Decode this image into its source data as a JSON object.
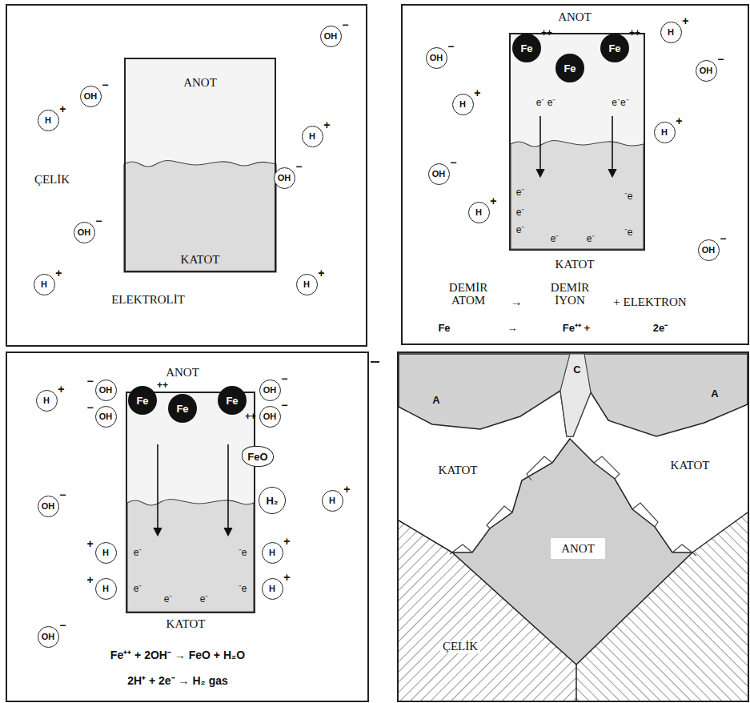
{
  "diagram": {
    "nodes": [
      {
        "text": [
          "ANOT",
          "KATOT"
        ]
      },
      {
        "text": [
          "OH",
          "−"
        ]
      },
      {
        "text": [
          "OH",
          "−"
        ]
      },
      {
        "text": [
          "H",
          "+"
        ]
      },
      {
        "text": [
          "H",
          "+"
        ]
      },
      {
        "text": [
          "OH",
          "−"
        ]
      },
      {
        "text": [
          "OH",
          "−"
        ]
      },
      {
        "text": [
          "H",
          "+"
        ]
      },
      {
        "text": [
          "H",
          "+"
        ]
      },
      {
        "text": [
          "OH",
          "−"
        ]
      },
      {
        "text": [
          "H",
          "+"
        ]
      },
      {
        "text": [
          "OH",
          "−"
        ]
      },
      {
        "text": [
          "Fe",
          "++"
        ]
      },
      {
        "text": [
          "Fe"
        ]
      },
      {
        "text": [
          "Fe",
          "++"
        ]
      },
      {
        "text": [
          "H",
          "+"
        ]
      },
      {
        "text": [
          "H",
          "+"
        ]
      },
      {
        "text": [
          "OH",
          "−"
        ]
      },
      {
        "text": [
          "H",
          "+"
        ]
      },
      {
        "text": [
          "OH",
          "−"
        ]
      },
      {
        "text": [
          "H",
          "+"
        ]
      },
      {
        "text": [
          "OH",
          "−"
        ]
      },
      {
        "text": [
          "OH",
          "−"
        ]
      },
      {
        "text": [
          "Fe",
          "++"
        ]
      },
      {
        "text": [
          "Fe"
        ]
      },
      {
        "text": [
          "Fe",
          "++"
        ]
      },
      {
        "text": [
          "OH",
          "−"
        ]
      },
      {
        "text": [
          "OH",
          "−"
        ]
      },
      {
        "text": [
          "FeO"
        ]
      },
      {
        "text": [
          "H₂"
        ]
      },
      {
        "text": [
          "OH",
          "−"
        ]
      },
      {
        "text": [
          "H",
          "+"
        ]
      },
      {
        "text": [
          "H",
          "+"
        ]
      },
      {
        "text": [
          "H",
          "+"
        ]
      },
      {
        "text": [
          "H",
          "+"
        ]
      },
      {
        "text": [
          "H",
          "+"
        ]
      },
      {
        "text": [
          "OH",
          "−"
        ]
      },
      {
        "text": [
          "ANOT"
        ]
      }
    ],
    "labels": [
      "ÇELİK",
      "ELEKTROLİT",
      "ANOT",
      "e⁻ e⁻",
      "e⁻e⁻",
      "e⁻",
      "e⁻",
      "e⁻",
      "e⁻",
      "e⁻",
      "⁻e",
      "⁻e",
      "KATOT",
      "DEMİR ATOM",
      "→",
      "DEMİR İYON",
      "+ ELEKTRON",
      "Fe",
      "→",
      "Fe⁺⁺ +",
      "2e⁻",
      "ANOT",
      "e⁻",
      "e⁻",
      "e⁻",
      "e⁻",
      "⁻e",
      "⁻e",
      "KATOT",
      "Fe⁺⁺ + 2OH⁻ → FeO + H₂O",
      "2H⁺ + 2e⁻ → H₂ gas",
      "A",
      "C",
      "A",
      "KATOT",
      "KATOT",
      "ÇELİK"
    ]
  }
}
